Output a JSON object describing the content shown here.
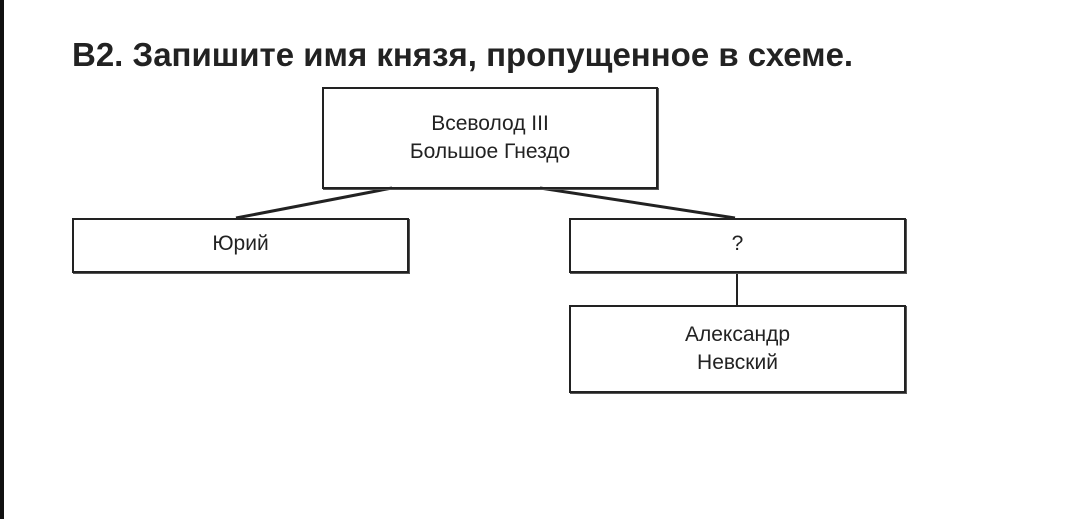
{
  "title": "В2. Запишите имя князя, пропущенное в схеме.",
  "diagram": {
    "root": {
      "line1": "Всеволод III",
      "line2": "Большое Гнездо"
    },
    "left_child": {
      "label": "Юрий"
    },
    "right_child": {
      "label": "?"
    },
    "grandchild": {
      "line1": "Александр",
      "line2": "Невский"
    }
  }
}
